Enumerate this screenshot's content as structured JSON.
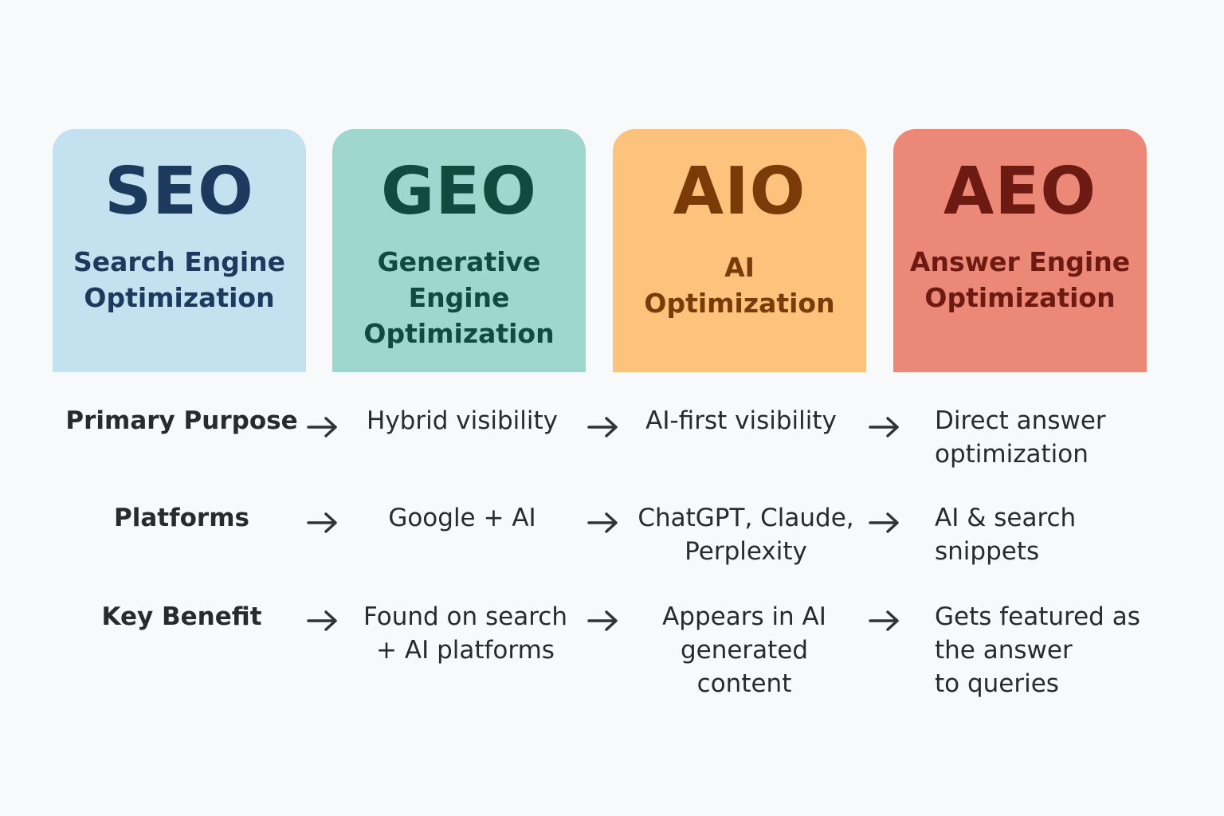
{
  "cards": [
    {
      "acronym": "SEO",
      "subtitle": [
        "Search Engine",
        "Optimization"
      ],
      "bg": "#c3e1ee",
      "fg": "#1c3a5e"
    },
    {
      "acronym": "GEO",
      "subtitle": [
        "Generative",
        "Engine",
        "Optimization"
      ],
      "bg": "#9fd6cd",
      "fg": "#134a40"
    },
    {
      "acronym": "AIO",
      "subtitle": [
        "AI",
        "Optimization"
      ],
      "bg": "#fdc27b",
      "fg": "#7a3b08"
    },
    {
      "acronym": "AEO",
      "subtitle": [
        "Answer Engine",
        "Optimization"
      ],
      "bg": "#ec8878",
      "fg": "#6d1b12"
    }
  ],
  "rows": [
    {
      "label": "Primary Purpose",
      "geo": [
        "Hybrid visibility"
      ],
      "aio": [
        "AI-first visibility"
      ],
      "aeo": [
        "Direct answer",
        "optimization"
      ]
    },
    {
      "label": "Platforms",
      "geo": [
        "Google + AI"
      ],
      "aio": [
        "ChatGPT, Claude,",
        "Perplexity"
      ],
      "aeo": [
        "AI & search",
        "snippets"
      ]
    },
    {
      "label": "Key Benefit",
      "geo": [
        "Found on search",
        "+ AI platforms"
      ],
      "aio": [
        "Appears in AI",
        "generated",
        "content"
      ],
      "aeo": [
        "Gets featured as",
        "the answer",
        "to queries"
      ]
    }
  ]
}
